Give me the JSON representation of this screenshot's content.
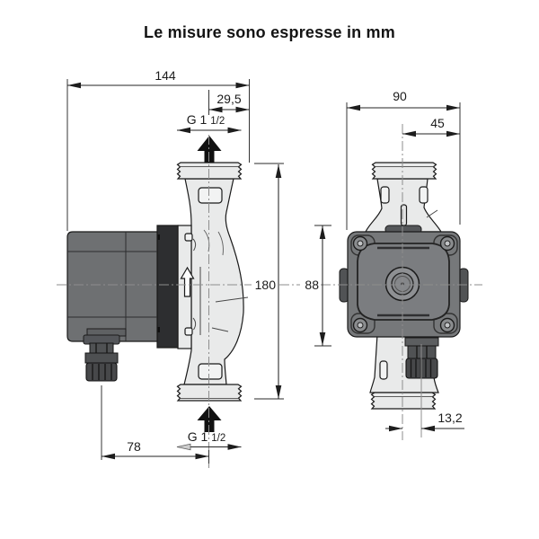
{
  "title": "Le misure sono espresse in mm",
  "colors": {
    "outline": "#1a1a1a",
    "centerline": "#8d8d8d",
    "dimension_text": "#1b1b1b",
    "housing_light": "#e9eaea",
    "detail_light": "#f2f3f3",
    "motor_gray": "#6e7072",
    "flange_dark": "#2d2e30",
    "face_gray": "#76787a",
    "octagon_gray": "#7b7d80",
    "boss_gray": "#8e9093",
    "gland_dark": "#47484a",
    "gland_mid": "#54565a",
    "screw_gray": "#8b8d8f",
    "flow_arrow": "#111111"
  },
  "side_view": {
    "dimensions": {
      "overall_width_mm": "144",
      "shaft_offset_mm": "29,5",
      "port_distance_mm": "180",
      "gland_offset_mm": "78"
    },
    "port_thread": {
      "main": "G 1",
      "fraction": "1/2"
    }
  },
  "front_view": {
    "dimensions": {
      "overall_width_mm": "90",
      "half_width_mm": "45",
      "body_height_mm": "88",
      "gland_offset_mm": "13,2"
    }
  }
}
